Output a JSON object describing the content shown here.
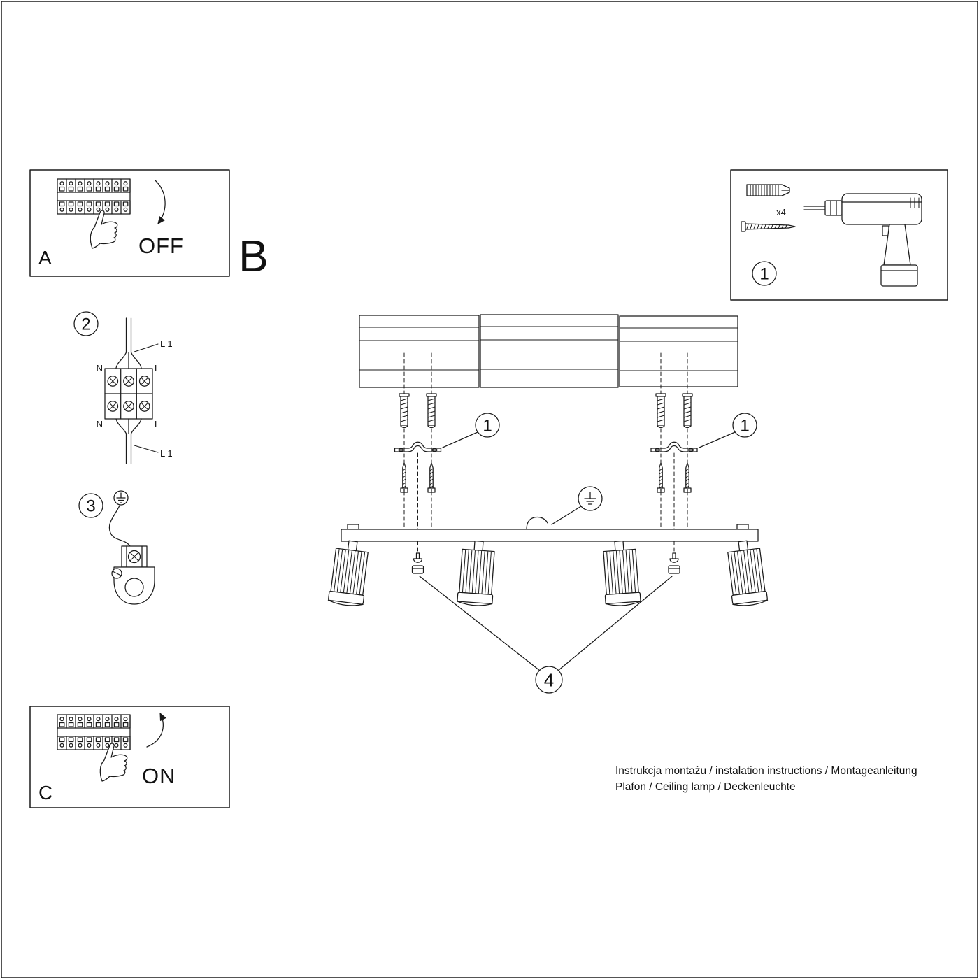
{
  "sections": {
    "a": {
      "label": "A",
      "action": "OFF"
    },
    "b": {
      "label": "B"
    },
    "c": {
      "label": "C",
      "action": "ON"
    }
  },
  "badges": {
    "hardware": "1",
    "wiring": "2",
    "ground": "3",
    "shades": "4",
    "bracket_left": "1",
    "bracket_right": "1"
  },
  "hardware": {
    "anchor_count": "x4"
  },
  "wiring": {
    "line_top": "L 1",
    "neutral_top": "N",
    "live_top": "L",
    "neutral_bottom": "N",
    "live_bottom": "L",
    "line_bottom": "L 1"
  },
  "footer": {
    "line1": "Instrukcja montażu / instalation instructions / Montageanleitung",
    "line2": "Plafon / Ceiling lamp / Deckenleuchte"
  }
}
